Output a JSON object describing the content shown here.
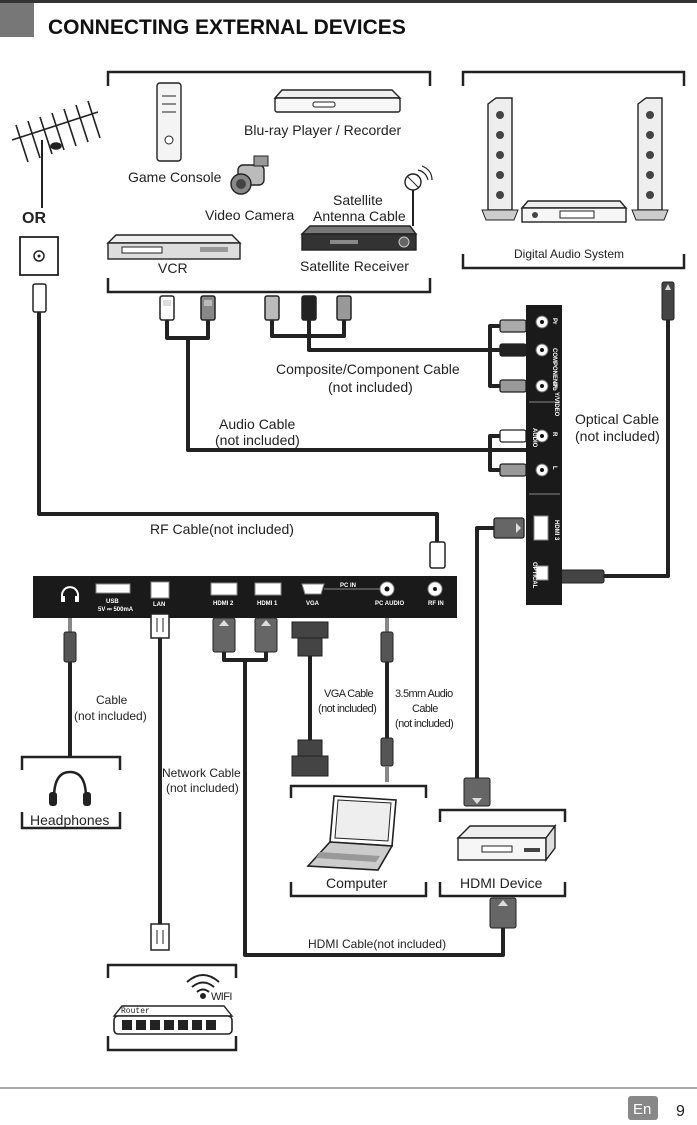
{
  "header": {
    "title": "CONNECTING EXTERNAL DEVICES"
  },
  "antenna": {
    "or_label": "OR"
  },
  "devices": {
    "bluray": "Blu-ray Player / Recorder",
    "game_console": "Game Console",
    "video_camera": "Video Camera",
    "satellite_antenna_cable": [
      "Satellite",
      "Antenna Cable"
    ],
    "vcr": "VCR",
    "satellite_receiver": "Satellite Receiver",
    "digital_audio": "Digital Audio System",
    "headphones": "Headphones",
    "computer": "Computer",
    "hdmi_device": "HDMI Device",
    "router": "Router",
    "wifi": "WIFI"
  },
  "cables": {
    "composite": [
      "Composite/Component Cable",
      "(not included)"
    ],
    "audio": [
      "Audio Cable",
      "(not included)"
    ],
    "optical": [
      "Optical Cable",
      "(not included)"
    ],
    "rf": "RF Cable(not included)",
    "headphone_cable": [
      "Cable",
      "(not included)"
    ],
    "network": [
      "Network Cable",
      "(not included)"
    ],
    "vga": [
      "VGA Cable",
      "(not included)"
    ],
    "audio35": [
      "3.5mm Audio",
      "Cable",
      "(not included)"
    ],
    "hdmi": "HDMI Cable(not included)"
  },
  "tv_ports_bottom": {
    "usb": "USB",
    "usb_rating": "5V ⎓ 500mA",
    "lan": "LAN",
    "hdmi2": "HDMI 2",
    "hdmi1": "HDMI 1",
    "vga": "VGA",
    "pc_in": "PC IN",
    "pc_audio": "PC AUDIO",
    "rf_in": "RF IN"
  },
  "tv_ports_side": {
    "component": "COMPONENT",
    "pr": "Pr",
    "pb": "Pb",
    "y_video": "Y/VIDEO",
    "audio": "AUDIO",
    "r": "R",
    "l": "L",
    "hdmi3": "HDMI 3",
    "optical": "OPTICAL"
  },
  "footer": {
    "lang": "En",
    "page": "9"
  }
}
